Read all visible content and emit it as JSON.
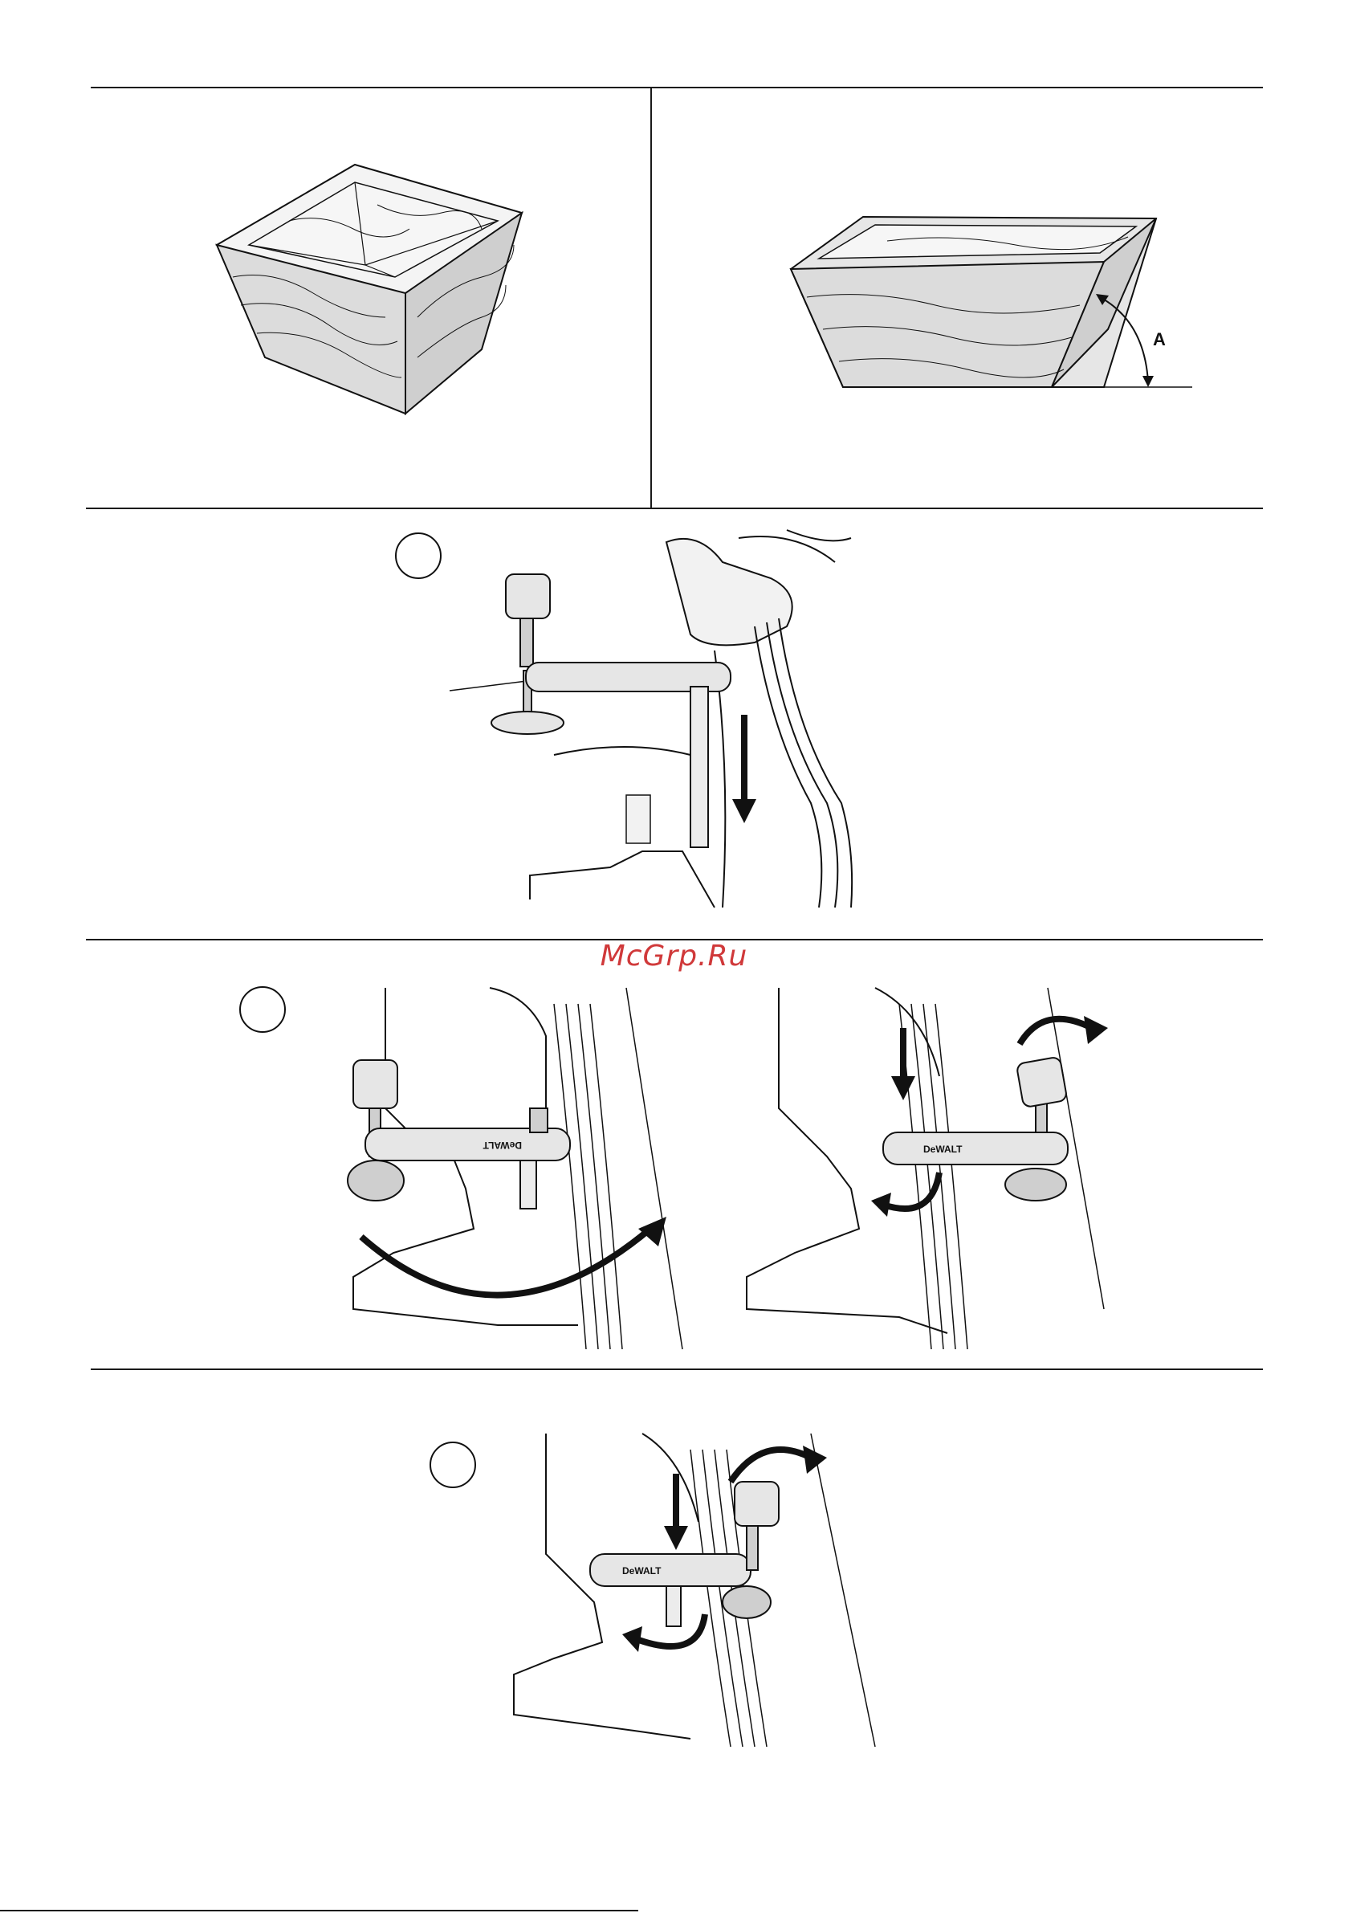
{
  "watermark": {
    "text": "McGrp.Ru"
  },
  "angle_label": "A",
  "brand_text": "DeWALT",
  "colors": {
    "line": "#111111",
    "watermark": "#d0393a",
    "fill_light": "#e6e6e6",
    "fill_mid": "#cfcfcf"
  },
  "icons": [
    "curved-arrow-icon",
    "down-arrow-icon",
    "clamp-icon",
    "angle-arc-icon"
  ]
}
